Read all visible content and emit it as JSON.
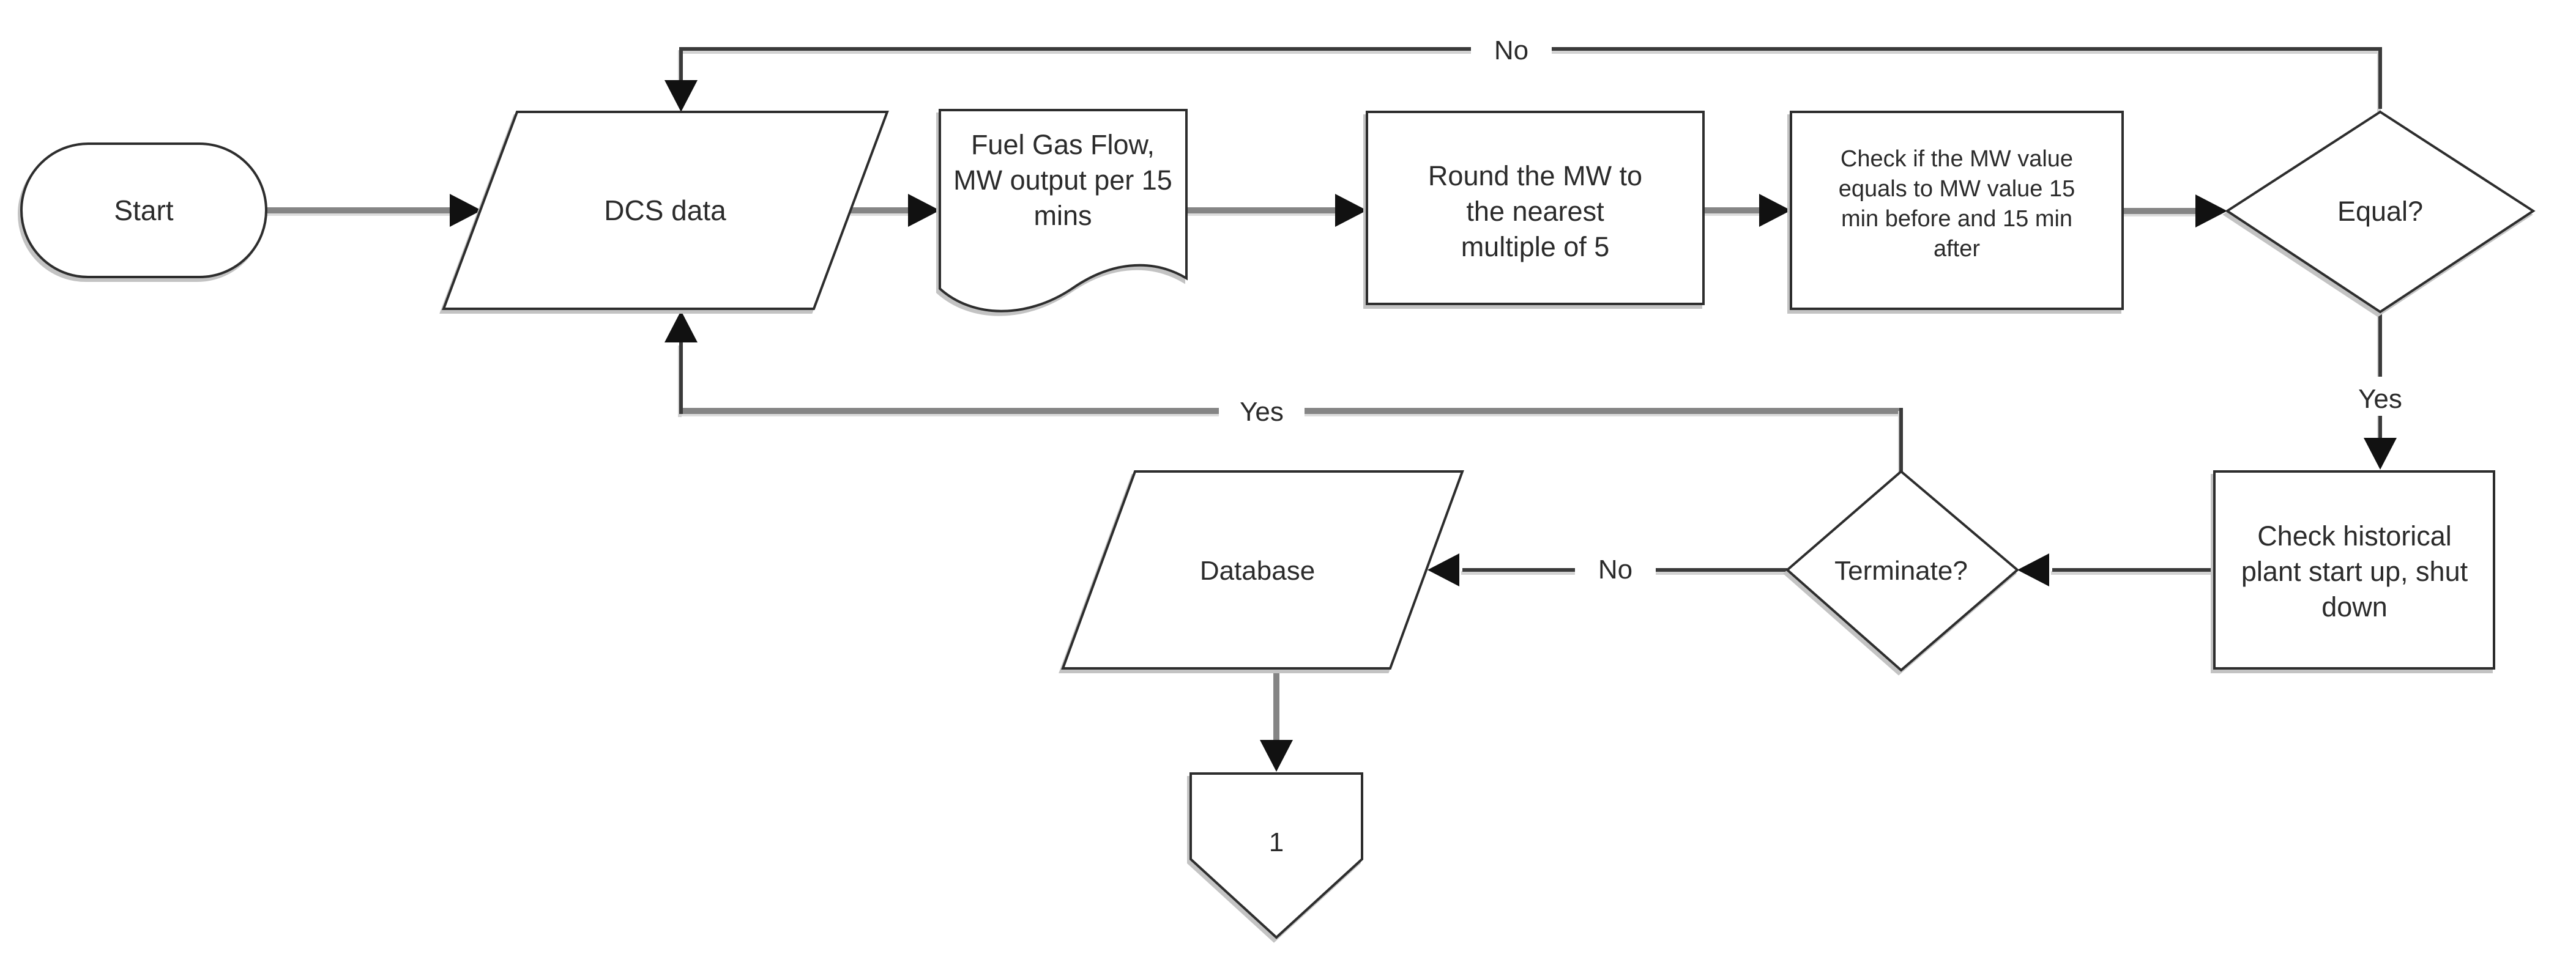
{
  "diagram_type": "flowchart",
  "colors": {
    "background": "#ffffff",
    "shape_fill": "#ffffff",
    "shape_stroke": "#2d2d2d",
    "connector_gray": "#858585",
    "connector_dark": "#3a3a3a",
    "arrowhead": "#111111",
    "text": "#2b2b2b",
    "shadow": "#c3c3c3"
  },
  "nodes": {
    "start": {
      "type": "terminator",
      "label": "Start"
    },
    "dcs_data": {
      "type": "data-parallelogram",
      "label": "DCS data"
    },
    "fuel_gas_flow": {
      "type": "document",
      "label": "Fuel Gas Flow, MW output per 15 mins",
      "lines": [
        "Fuel Gas Flow,",
        "MW output per 15",
        "mins"
      ]
    },
    "round_mw": {
      "type": "process",
      "label": "Round the MW to the nearest multiple of 5",
      "lines": [
        "Round the MW to",
        "the nearest",
        "multiple of 5"
      ]
    },
    "check_mw": {
      "type": "process",
      "label": "Check if the MW value equals to MW value 15 min before and 15 min after",
      "lines": [
        "Check if the MW value",
        "equals to MW value 15",
        "min before and 15 min",
        "after"
      ]
    },
    "equal": {
      "type": "decision",
      "label": "Equal?"
    },
    "check_historical": {
      "type": "process",
      "label": "Check historical plant start up, shut down",
      "lines": [
        "Check historical",
        "plant start up, shut",
        "down"
      ]
    },
    "terminate": {
      "type": "decision",
      "label": "Terminate?"
    },
    "database": {
      "type": "data-parallelogram",
      "label": "Database"
    },
    "offpage_connector": {
      "type": "off-page-connector",
      "label": "1"
    }
  },
  "edges": {
    "start_to_dcs": {
      "from": "start",
      "to": "dcs_data",
      "label": ""
    },
    "dcs_to_fuel": {
      "from": "dcs_data",
      "to": "fuel_gas_flow",
      "label": ""
    },
    "fuel_to_round": {
      "from": "fuel_gas_flow",
      "to": "round_mw",
      "label": ""
    },
    "round_to_check": {
      "from": "round_mw",
      "to": "check_mw",
      "label": ""
    },
    "check_to_equal": {
      "from": "check_mw",
      "to": "equal",
      "label": ""
    },
    "equal_no": {
      "from": "equal",
      "to": "dcs_data",
      "label": "No"
    },
    "equal_yes": {
      "from": "equal",
      "to": "check_historical",
      "label": "Yes"
    },
    "historical_to_terminate": {
      "from": "check_historical",
      "to": "terminate",
      "label": ""
    },
    "terminate_yes": {
      "from": "terminate",
      "to": "dcs_data",
      "label": "Yes"
    },
    "terminate_no": {
      "from": "terminate",
      "to": "database",
      "label": "No"
    },
    "database_to_offpage": {
      "from": "database",
      "to": "offpage_connector",
      "label": ""
    }
  }
}
